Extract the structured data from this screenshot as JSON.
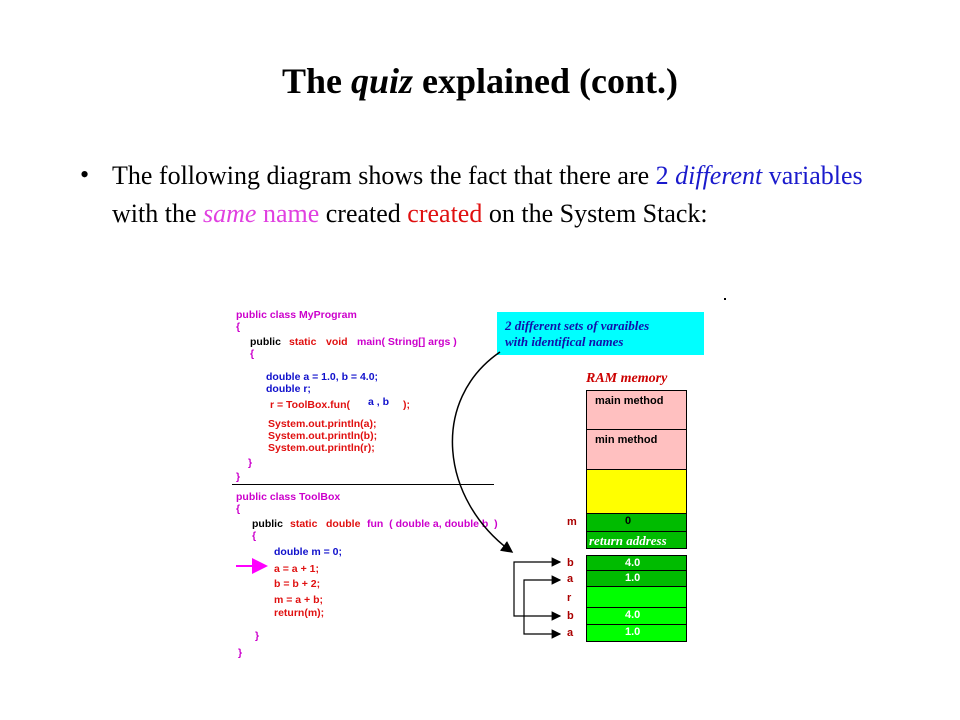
{
  "slide": {
    "title_pre": "The ",
    "title_italic": "quiz",
    "title_post": " explained (cont.)",
    "bullet": "•",
    "para": {
      "t1": "The following diagram shows the fact that there are ",
      "t2": "2",
      "t3": "different",
      "t4": " variables",
      "t5": " with the ",
      "t6": "same",
      "t7": " name",
      "t8": " created ",
      "t9": "created",
      "t10": " on the System Stack:"
    }
  },
  "code_top": {
    "class_decl": "public class MyProgram",
    "brace_open": "{",
    "kw_public": "public",
    "kw_static": "static",
    "kw_void": "void",
    "main_sig_rest": "main( String[] args )",
    "brace_open2": "{",
    "line_double_ab": "double a = 1.0, b = 4.0;",
    "line_double_r": "double r;",
    "line_r_assign": "r = ToolBox.fun(",
    "line_args": "a , b",
    "line_close": ");",
    "print_a": "System.out.println(a);",
    "print_b": "System.out.println(b);",
    "print_r": "System.out.println(r);",
    "brace_close2": "}",
    "brace_close": "}"
  },
  "code_bottom": {
    "class_decl": "public class ToolBox",
    "brace_open": "{",
    "kw_public": "public",
    "kw_static": "static",
    "kw_double": "double",
    "fun_sig_rest": "fun  ( double a, double b  )",
    "brace_open2": "{",
    "line_m": "double m = 0;",
    "line_a": "a = a + 1;",
    "line_b": "b = b + 2;",
    "line_mab": "m = a + b;",
    "line_return": "return(m);",
    "brace_close2": "}",
    "brace_close": "}"
  },
  "callout": {
    "line1": "2 different sets of varaibles",
    "line2": "with identifical names"
  },
  "ram": {
    "title": "RAM memory",
    "main_method": "main method",
    "min_method": "min method",
    "m_label": "m",
    "m_value": "0",
    "return_address": "return address",
    "b1_label": "b",
    "b1_value": "4.0",
    "a1_label": "a",
    "a1_value": "1.0",
    "r_label": "r",
    "b2_label": "b",
    "b2_value": "4.0",
    "a2_label": "a",
    "a2_value": "1.0"
  },
  "colors": {
    "cyan": "#00ffff",
    "pink_block": "#ffc0c0",
    "yellow_block": "#ffff00",
    "dark_green": "#00bb00",
    "light_green": "#00ff00",
    "arrow_magenta": "#ff00ff"
  }
}
